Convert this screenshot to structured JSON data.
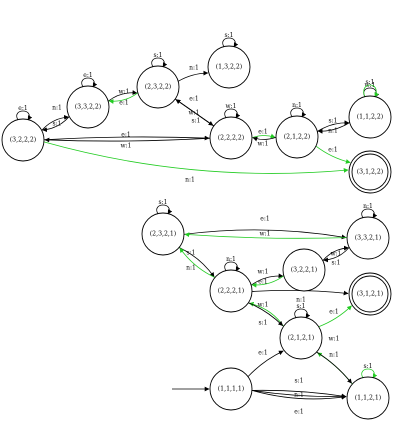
{
  "colors": {
    "black": "#000000",
    "green": "#22cc22"
  },
  "nodes": [
    {
      "id": "n3222",
      "label": "(3,2,2,2)",
      "accepting": false
    },
    {
      "id": "n3322",
      "label": "(3,3,2,2)",
      "accepting": false
    },
    {
      "id": "n2322",
      "label": "(2,3,2,2)",
      "accepting": false
    },
    {
      "id": "n1322",
      "label": "(1,3,2,2)",
      "accepting": false
    },
    {
      "id": "n2222",
      "label": "(2,2,2,2)",
      "accepting": false
    },
    {
      "id": "n2122",
      "label": "(2,1,2,2)",
      "accepting": false
    },
    {
      "id": "n1122",
      "label": "(1,1,2,2)",
      "accepting": false
    },
    {
      "id": "n3122",
      "label": "(3,1,2,2)",
      "accepting": true
    },
    {
      "id": "n2321",
      "label": "(2,3,2,1)",
      "accepting": false
    },
    {
      "id": "n3321",
      "label": "(3,3,2,1)",
      "accepting": false
    },
    {
      "id": "n3221",
      "label": "(3,2,2,1)",
      "accepting": false
    },
    {
      "id": "n2221",
      "label": "(2,2,2,1)",
      "accepting": false
    },
    {
      "id": "n3121",
      "label": "(3,1,2,1)",
      "accepting": true
    },
    {
      "id": "n2121",
      "label": "(2,1,2,1)",
      "accepting": false
    },
    {
      "id": "n1111",
      "label": "(1,1,1,1)",
      "accepting": false
    },
    {
      "id": "n1121",
      "label": "(1,1,2,1)",
      "accepting": false
    }
  ],
  "edges": [
    {
      "label": "e:1",
      "color": "black"
    },
    {
      "label": "n:1",
      "color": "black"
    },
    {
      "label": "s:1",
      "color": "black"
    },
    {
      "label": "e:1",
      "color": "black"
    },
    {
      "label": "w:1",
      "color": "black"
    },
    {
      "label": "e:1",
      "color": "green"
    },
    {
      "label": "s:1",
      "color": "black"
    },
    {
      "label": "n:1",
      "color": "black"
    },
    {
      "label": "e:1",
      "color": "black"
    },
    {
      "label": "w:1",
      "color": "black"
    },
    {
      "label": "s:1",
      "color": "black"
    },
    {
      "label": "w:1",
      "color": "black"
    },
    {
      "label": "e:1",
      "color": "black"
    },
    {
      "label": "w:1",
      "color": "black"
    },
    {
      "label": "e:1",
      "color": "green"
    },
    {
      "label": "w:1",
      "color": "black"
    },
    {
      "label": "n:1",
      "color": "black"
    },
    {
      "label": "s:1",
      "color": "black"
    },
    {
      "label": "n:1",
      "color": "black"
    },
    {
      "label": "w:1",
      "color": "black"
    },
    {
      "label": "s:1",
      "color": "green"
    },
    {
      "label": "e:1",
      "color": "green"
    },
    {
      "label": "n:1",
      "color": "green"
    },
    {
      "label": "s:1",
      "color": "black"
    },
    {
      "label": "e:1",
      "color": "black"
    },
    {
      "label": "w:1",
      "color": "green"
    },
    {
      "label": "s:1",
      "color": "black"
    },
    {
      "label": "n:1",
      "color": "black"
    },
    {
      "label": "s:1",
      "color": "green"
    },
    {
      "label": "n:1",
      "color": "black"
    },
    {
      "label": "w:1",
      "color": "black"
    },
    {
      "label": "w:1",
      "color": "black"
    },
    {
      "label": "e:1",
      "color": "green"
    },
    {
      "label": "s:1",
      "color": "black"
    },
    {
      "label": "n:1",
      "color": "black"
    },
    {
      "label": "n:1",
      "color": "black"
    },
    {
      "label": "s:1",
      "color": "green"
    },
    {
      "label": "w:1",
      "color": "black"
    },
    {
      "label": "e:1",
      "color": "green"
    },
    {
      "label": "e:1",
      "color": "black"
    },
    {
      "label": "s:1",
      "color": "black"
    },
    {
      "label": "n:1",
      "color": "green"
    },
    {
      "label": "w:1",
      "color": "black"
    },
    {
      "label": "s:1",
      "color": "black"
    },
    {
      "label": "n:1",
      "color": "black"
    },
    {
      "label": "e:1",
      "color": "black"
    },
    {
      "label": "s:1",
      "color": "green"
    }
  ]
}
